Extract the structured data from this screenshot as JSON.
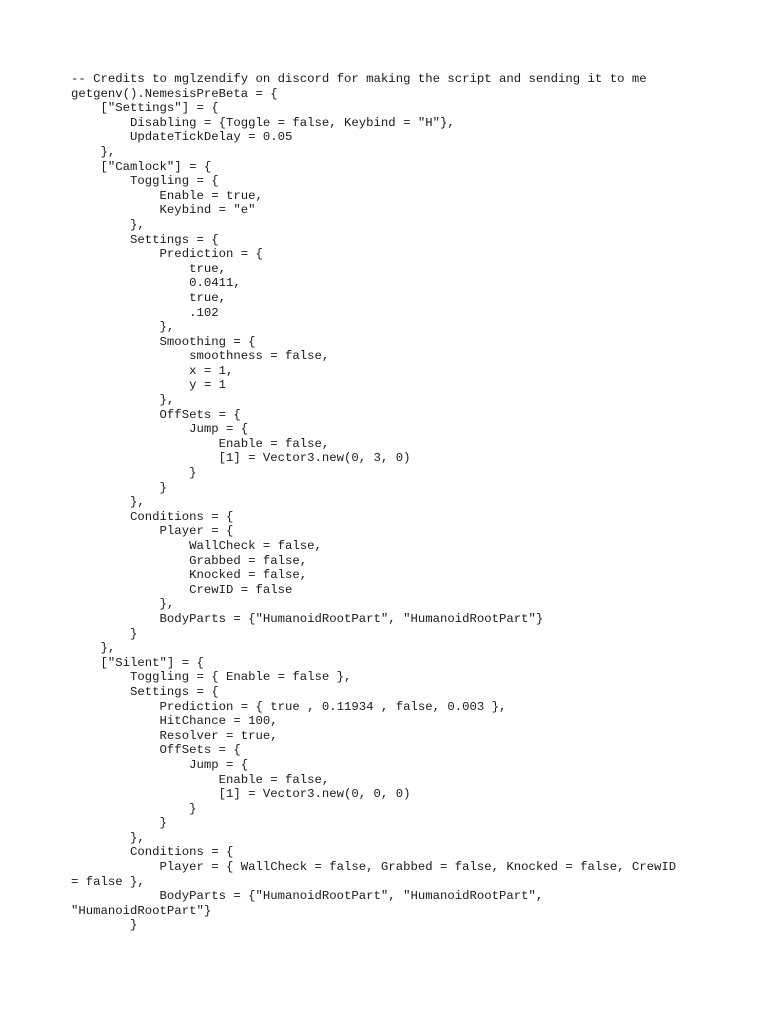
{
  "document": {
    "lines": [
      "-- Credits to mglzendify on discord for making the script and sending it to me",
      "getgenv().NemesisPreBeta = {",
      "    [\"Settings\"] = {",
      "        Disabling = {Toggle = false, Keybind = \"H\"},",
      "        UpdateTickDelay = 0.05",
      "    },",
      "    [\"Camlock\"] = {",
      "        Toggling = {",
      "            Enable = true,",
      "            Keybind = \"e\"",
      "        },",
      "        Settings = {",
      "            Prediction = {",
      "                true,",
      "                0.0411,",
      "                true,",
      "                .102",
      "            },",
      "            Smoothing = {",
      "                smoothness = false,",
      "                x = 1,",
      "                y = 1",
      "            },",
      "            OffSets = {",
      "                Jump = {",
      "                    Enable = false,",
      "                    [1] = Vector3.new(0, 3, 0)",
      "                }",
      "            }",
      "        },",
      "        Conditions = {",
      "            Player = {",
      "                WallCheck = false,",
      "                Grabbed = false,",
      "                Knocked = false,",
      "                CrewID = false",
      "            },",
      "            BodyParts = {\"HumanoidRootPart\", \"HumanoidRootPart\"}",
      "        }",
      "    },",
      "    [\"Silent\"] = {",
      "        Toggling = { Enable = false },",
      "        Settings = {",
      "            Prediction = { true , 0.11934 , false, 0.003 },",
      "            HitChance = 100,",
      "            Resolver = true,",
      "            OffSets = {",
      "                Jump = {",
      "                    Enable = false,",
      "                    [1] = Vector3.new(0, 0, 0)",
      "                }",
      "            }",
      "        },",
      "        Conditions = {",
      "            Player = { WallCheck = false, Grabbed = false, Knocked = false, CrewID",
      "= false },",
      "            BodyParts = {\"HumanoidRootPart\", \"HumanoidRootPart\",",
      "\"HumanoidRootPart\"}",
      "        }"
    ]
  }
}
